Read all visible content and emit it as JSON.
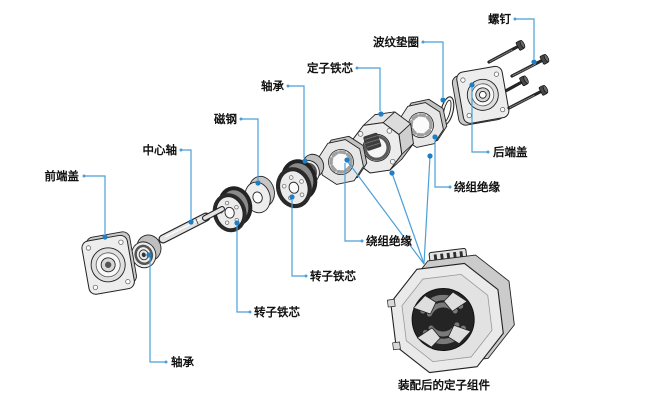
{
  "diagram": {
    "labels": {
      "front_end_cover": "前端盖",
      "center_shaft": "中心轴",
      "magnet": "磁钢",
      "bearing_top": "轴承",
      "stator_core": "定子铁芯",
      "wave_washer": "波纹垫圈",
      "screws": "螺钉",
      "rear_end_cover": "后端盖",
      "winding_insulation_right": "绕组绝缘",
      "winding_insulation_left": "绕组绝缘",
      "rotor_core_right": "转子铁芯",
      "rotor_core_left": "转子铁芯",
      "bearing_bottom": "轴承",
      "assembled_caption": "装配后的定子组件"
    },
    "colors": {
      "leader_line": "#4a9fd8",
      "marker_dot": "#1f7fc4",
      "part_fill": "#ececec",
      "part_shade": "#c9c9c9",
      "outline": "#222222",
      "screw": "#262626",
      "text": "#111111",
      "background": "#ffffff"
    }
  }
}
